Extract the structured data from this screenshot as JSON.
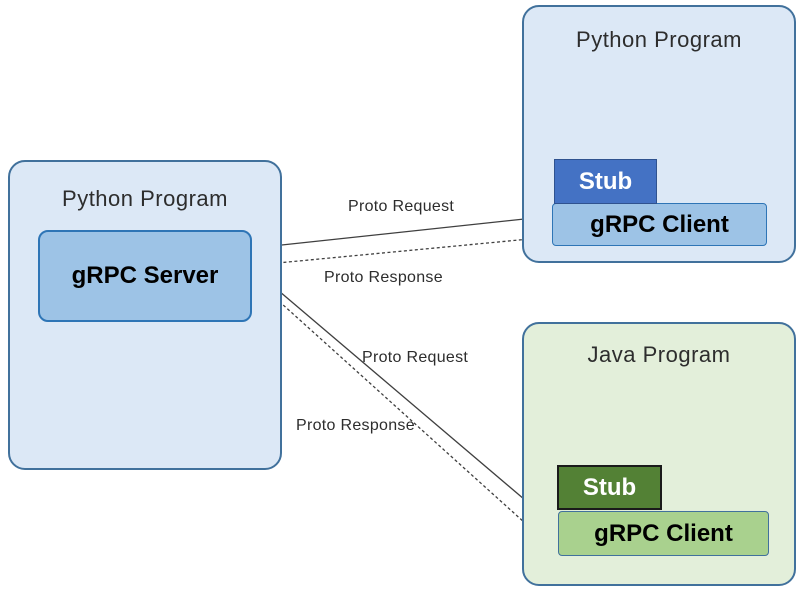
{
  "diagram": {
    "server_program": {
      "title": "Python Program",
      "server_label": "gRPC Server"
    },
    "python_client_program": {
      "title": "Python Program",
      "stub_label": "Stub",
      "client_label": "gRPC Client"
    },
    "java_client_program": {
      "title": "Java Program",
      "stub_label": "Stub",
      "client_label": "gRPC Client"
    }
  },
  "arrows": [
    {
      "label": "Proto Request",
      "style": "solid",
      "from": "python-grpc-client",
      "to": "grpc-server"
    },
    {
      "label": "Proto Response",
      "style": "dashed",
      "from": "grpc-server",
      "to": "python-grpc-client"
    },
    {
      "label": "Proto Request",
      "style": "solid",
      "from": "java-grpc-client",
      "to": "grpc-server"
    },
    {
      "label": "Proto Response",
      "style": "dashed",
      "from": "grpc-server",
      "to": "java-grpc-client"
    }
  ],
  "colors": {
    "canvas-bg": "#ffffff",
    "blue-panel-fill": "#dce8f6",
    "blue-panel-border": "#41719c",
    "server-fill": "#9dc3e6",
    "server-border": "#2e75b6",
    "blue-stub-fill": "#4472c4",
    "blue-stub-border": "#2f528f",
    "blue-client-fill": "#9dc3e6",
    "blue-client-border": "#2e75b6",
    "green-panel-fill": "#e3efda",
    "green-panel-border": "#41719c",
    "green-stub-fill": "#538135",
    "green-stub-border": "#1a1a1a",
    "green-client-fill": "#a9d18e",
    "green-client-border": "#41719c",
    "line-color": "#3f3f3f",
    "title-text": "#2d2d2d",
    "box-text": "#000000",
    "stub-text": "#ffffff"
  }
}
